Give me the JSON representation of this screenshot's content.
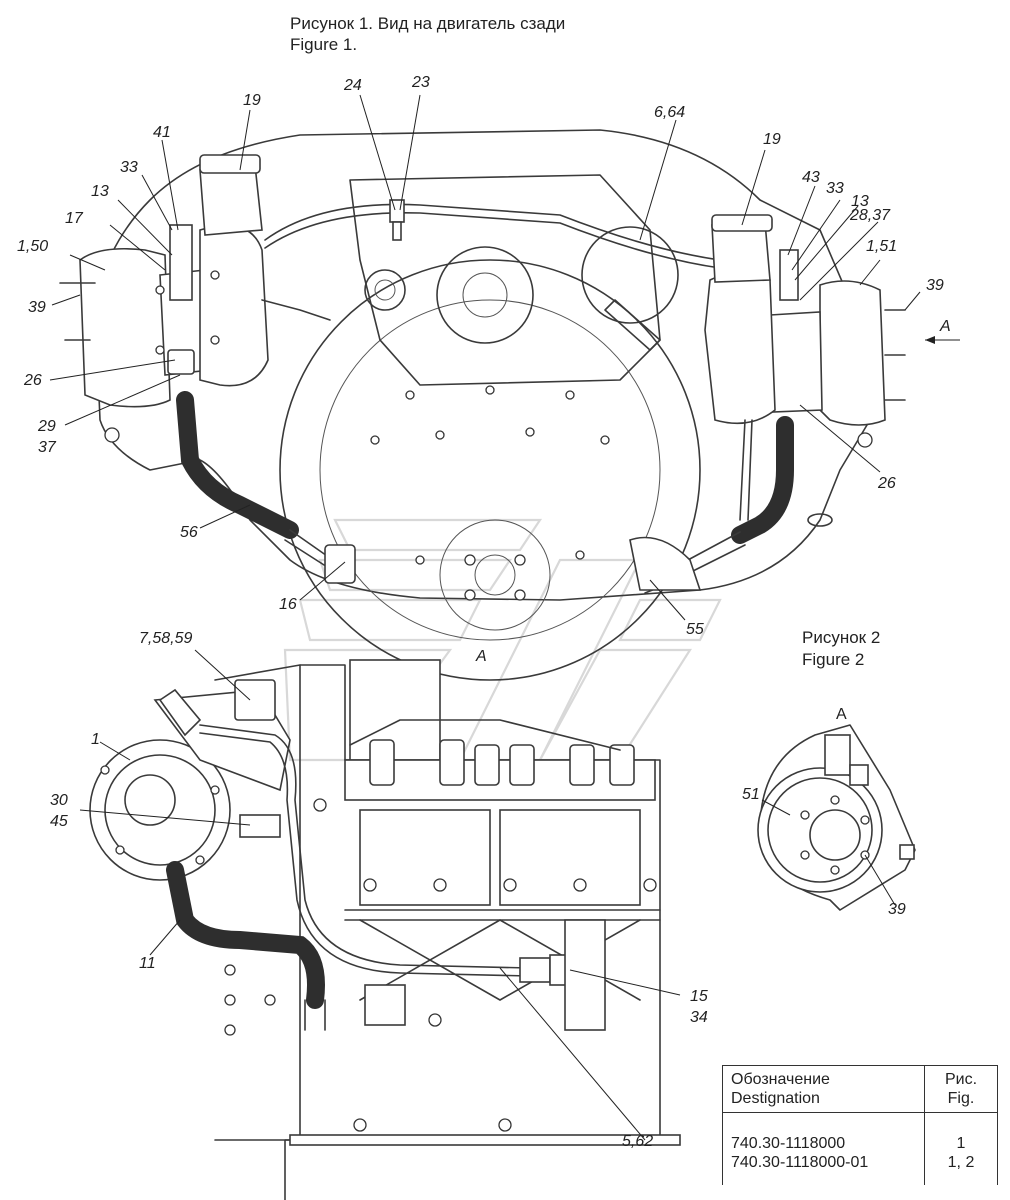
{
  "figure1": {
    "title_ru": "Рисунок 1. Вид на двигатель сзади",
    "title_en": "Figure 1."
  },
  "figure2": {
    "title_ru": "Рисунок 2",
    "title_en": "Figure 2",
    "view_label": "A"
  },
  "view_arrow_label": "A",
  "section_label": "A",
  "callouts": {
    "c19_left": "19",
    "c24": "24",
    "c23": "23",
    "c6_64": "6,64",
    "c19_right": "19",
    "c41": "41",
    "c33_left": "33",
    "c43": "43",
    "c33_right": "33",
    "c13_right": "13",
    "c28_37": "28,37",
    "c13_left": "13",
    "c17": "17",
    "c1_50": "1,50",
    "c1_51": "1,51",
    "c39_left": "39",
    "c39_right": "39",
    "c26_left": "26",
    "c29": "29",
    "c37": "37",
    "c26_right": "26",
    "c56": "56",
    "c16": "16",
    "c55": "55",
    "c7_58_59": "7,58,59",
    "c1": "1",
    "c30": "30",
    "c45": "45",
    "c11": "11",
    "c15": "15",
    "c34": "34",
    "c5_62": "5,62",
    "c51": "51",
    "c39_fig2": "39"
  },
  "table": {
    "header_designation_ru": "Обозначение",
    "header_designation_en": "Destignation",
    "header_fig_ru": "Рис.",
    "header_fig_en": "Fig.",
    "rows": [
      {
        "designation": "740.30-1118000",
        "fig": "1"
      },
      {
        "designation": "740.30-1118000-01",
        "fig": "1, 2"
      }
    ]
  }
}
